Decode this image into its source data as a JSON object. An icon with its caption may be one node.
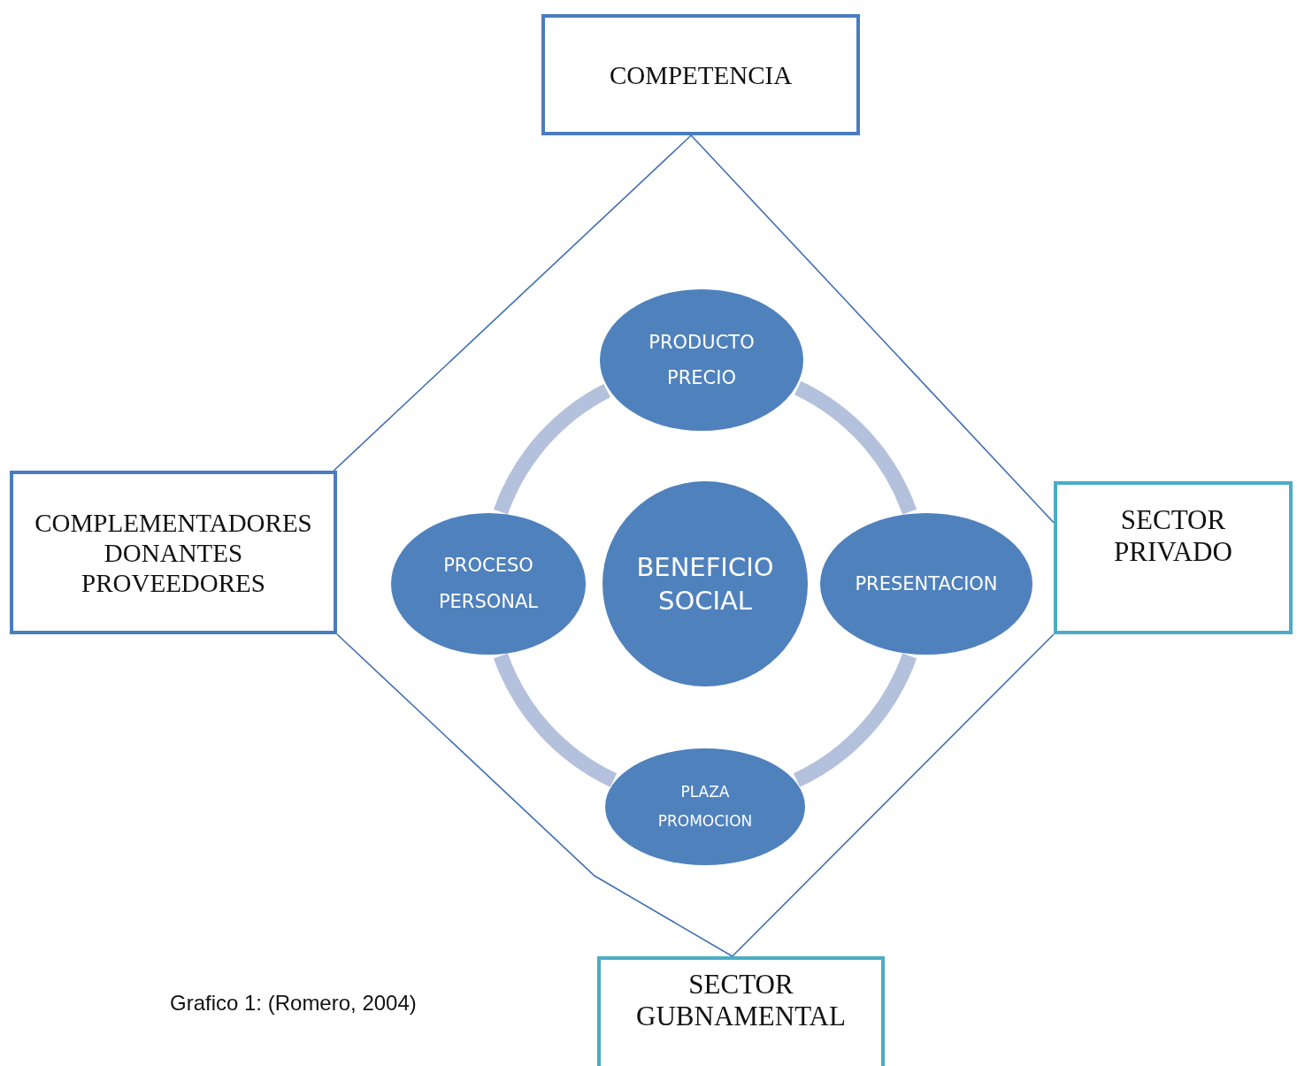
{
  "diagram": {
    "nodes": [
      {
        "text": [
          "COMPETENCIA"
        ]
      },
      {
        "text": [
          "COMPLEMENTADORES",
          "DONANTES",
          "PROVEEDORES"
        ]
      },
      {
        "text": [
          "SECTOR PRIVADO"
        ]
      },
      {
        "text": [
          "SECTOR GUBNAMENTAL"
        ]
      },
      {
        "text": [
          "PRODUCTO",
          "PRECIO"
        ]
      },
      {
        "text": [
          "PROCESO",
          "PERSONAL"
        ]
      },
      {
        "text": [
          "BENEFICIO SOCIAL"
        ]
      },
      {
        "text": [
          "PRESENTACION"
        ]
      },
      {
        "text": [
          "PLAZA",
          "PROMOCION"
        ]
      }
    ],
    "edges": [
      {
        "from": 0,
        "to": 1,
        "arrow": "none"
      },
      {
        "from": 0,
        "to": 2,
        "arrow": "none"
      },
      {
        "from": 1,
        "to": 3,
        "arrow": "none"
      },
      {
        "from": 2,
        "to": 3,
        "arrow": "none"
      },
      {
        "from": 4,
        "to": 7,
        "arrow": "none",
        "style": "thick",
        "color": "#b3c1dc"
      },
      {
        "from": 7,
        "to": 8,
        "arrow": "none",
        "style": "thick",
        "color": "#b3c1dc"
      },
      {
        "from": 8,
        "to": 5,
        "arrow": "none",
        "style": "thick",
        "color": "#b3c1dc"
      },
      {
        "from": 5,
        "to": 4,
        "arrow": "none",
        "style": "thick",
        "color": "#b3c1dc"
      }
    ],
    "labels": [
      "Grafico 1: (Romero, 2004)"
    ]
  }
}
